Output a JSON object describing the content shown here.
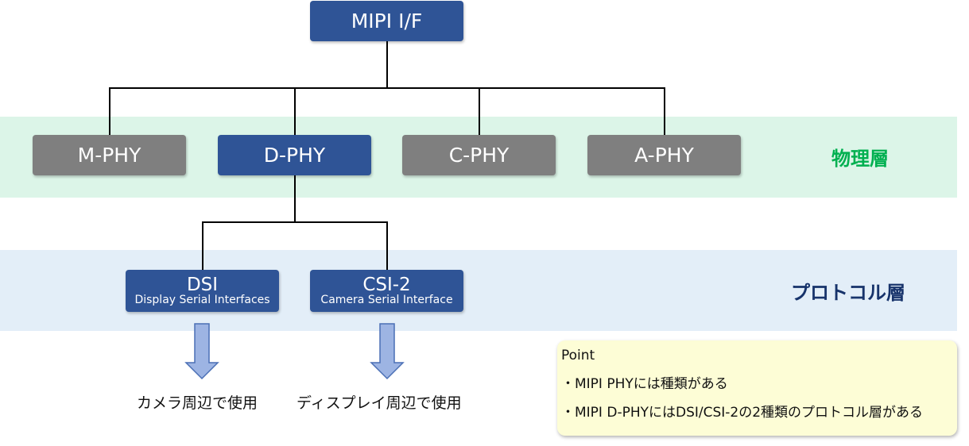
{
  "diagram": {
    "root": {
      "label": "MIPI I/F"
    },
    "phy_boxes": [
      {
        "label": "M-PHY"
      },
      {
        "label": "D-PHY"
      },
      {
        "label": "C-PHY"
      },
      {
        "label": "A-PHY"
      }
    ],
    "protocols": [
      {
        "label": "DSI",
        "sublabel": "Display Serial Interfaces",
        "usage": "カメラ周辺で使用"
      },
      {
        "label": "CSI-2",
        "sublabel": "Camera Serial Interface",
        "usage": "ディスプレイ周辺で使用"
      }
    ],
    "layers": {
      "physical": "物理層",
      "protocol": "プロトコル層"
    },
    "point": {
      "title": "Point",
      "items": [
        "・MIPI PHYには種類がある",
        "・MIPI D-PHYにはDSI/CSI-2の2種類のプロトコル層がある"
      ]
    },
    "colors": {
      "blue_box": "#2f5496",
      "gray_box": "#7f7f7f",
      "physical_band": "#dcf5e8",
      "protocol_band": "#e3eef8",
      "physical_label": "#00b050",
      "protocol_label": "#17336b",
      "arrow_fill": "#9db4e3",
      "point_bg": "#fdfdd6"
    }
  }
}
